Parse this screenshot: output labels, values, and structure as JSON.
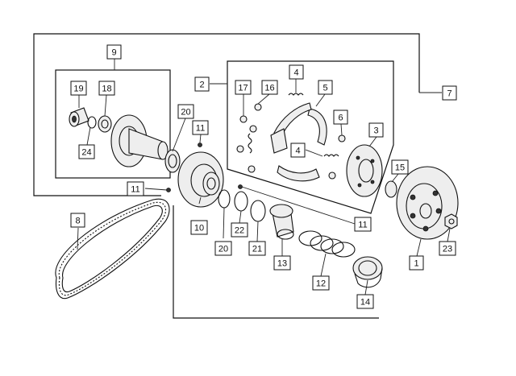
{
  "callouts": {
    "c1": "1",
    "c2": "2",
    "c3": "3",
    "c4a": "4",
    "c4b": "4",
    "c5": "5",
    "c6": "6",
    "c7": "7",
    "c8": "8",
    "c9": "9",
    "c10": "10",
    "c11a": "11",
    "c11b": "11",
    "c11c": "11",
    "c12": "12",
    "c13": "13",
    "c14": "14",
    "c15": "15",
    "c16": "16",
    "c17": "17",
    "c18": "18",
    "c19": "19",
    "c20a": "20",
    "c20b": "20",
    "c21": "21",
    "c22": "22",
    "c23": "23",
    "c24": "24"
  },
  "colors": {
    "line": "#111111",
    "background": "#ffffff",
    "shade": "#eeeeee"
  }
}
